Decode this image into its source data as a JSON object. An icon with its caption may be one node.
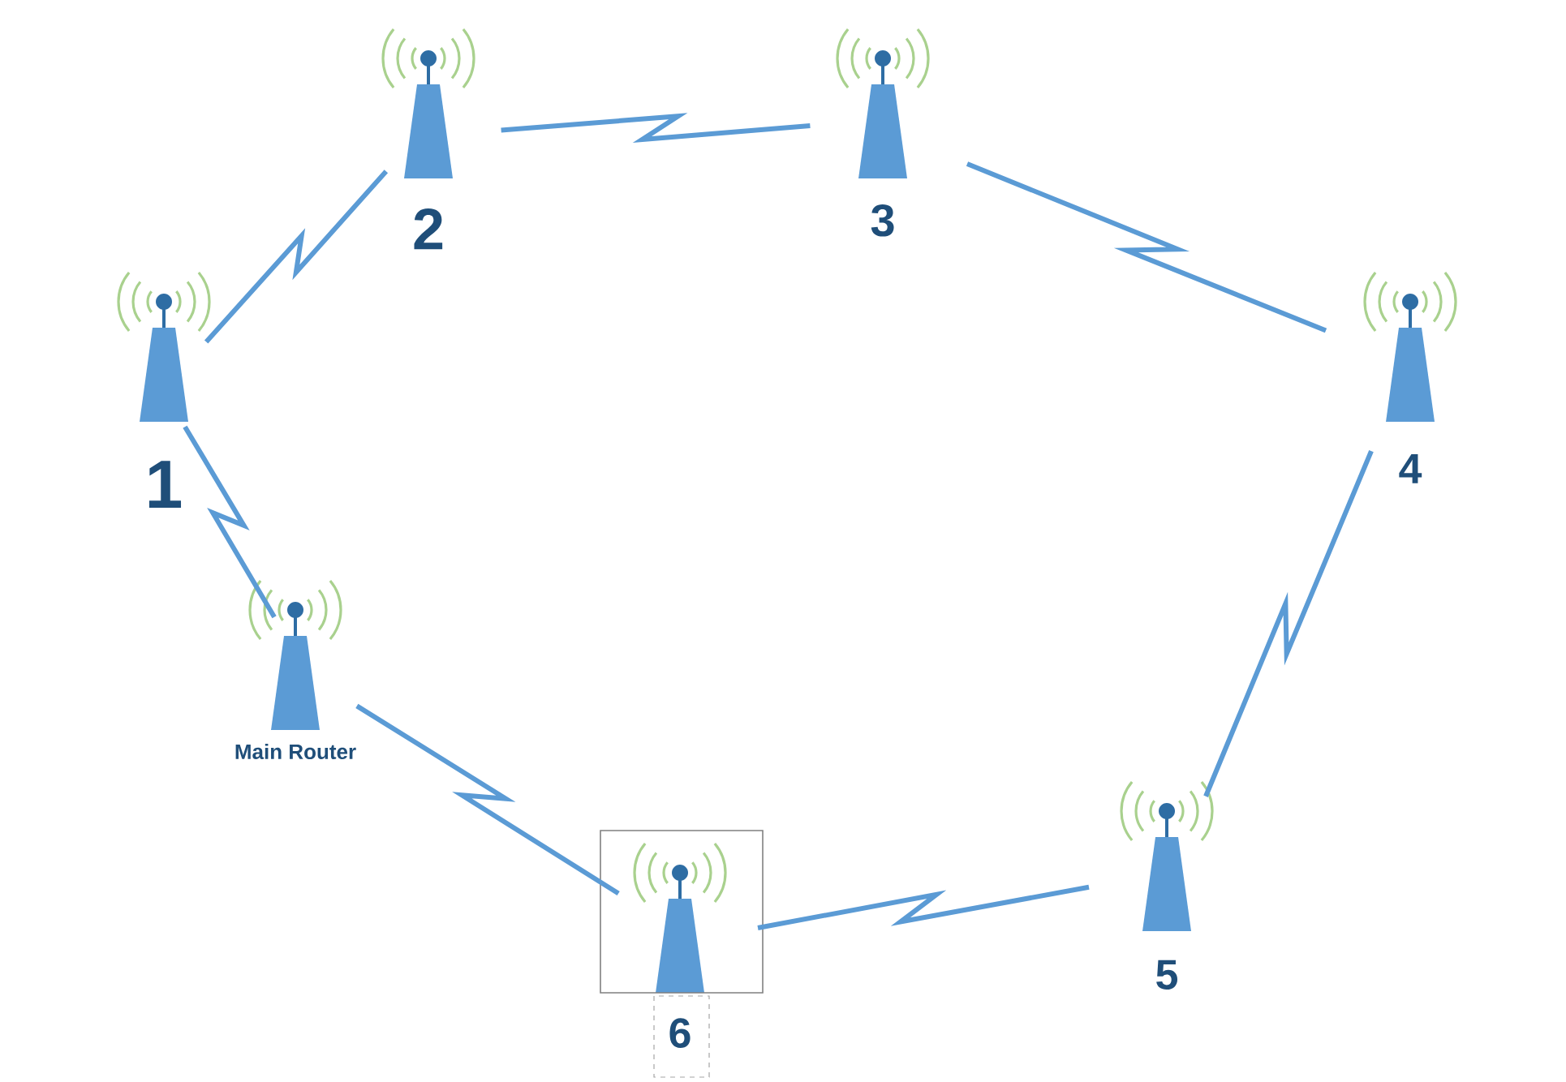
{
  "diagram": {
    "nodes": [
      {
        "text": [
          "2"
        ]
      },
      {
        "text": [
          "3"
        ]
      },
      {
        "text": [
          "1"
        ]
      },
      {
        "text": [
          "4"
        ]
      },
      {
        "text": [
          "Main Router"
        ]
      },
      {
        "text": [
          "5"
        ]
      },
      {
        "text": [
          "6"
        ]
      }
    ],
    "edges": [
      {
        "from": 4,
        "to": 2,
        "arrow": "none"
      },
      {
        "from": 2,
        "to": 0,
        "arrow": "none"
      },
      {
        "from": 0,
        "to": 1,
        "arrow": "none"
      },
      {
        "from": 1,
        "to": 3,
        "arrow": "none"
      },
      {
        "from": 3,
        "to": 5,
        "arrow": "none"
      },
      {
        "from": 5,
        "to": 6,
        "arrow": "none"
      },
      {
        "from": 6,
        "to": 4,
        "arrow": "none"
      }
    ]
  }
}
